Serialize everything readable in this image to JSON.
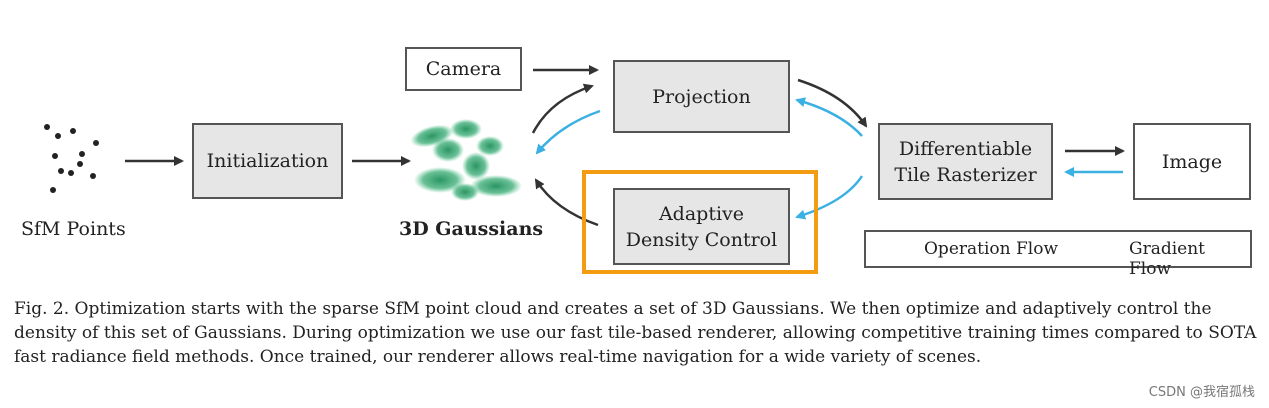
{
  "nodes": {
    "camera": "Camera",
    "initialization": "Initialization",
    "projection": "Projection",
    "adaptive_line1": "Adaptive",
    "adaptive_line2": "Density Control",
    "rasterizer_line1": "Differentiable",
    "rasterizer_line2": "Tile Rasterizer",
    "image": "Image"
  },
  "labels": {
    "sfm_points": "SfM Points",
    "gaussians": "3D Gaussians"
  },
  "legend": {
    "operation": "Operation Flow",
    "gradient": "Gradient Flow"
  },
  "colors": {
    "operation_arrow": "#333333",
    "gradient_arrow": "#3ab0e3",
    "highlight": "#f39c12",
    "box_fill": "#e6e6e6",
    "gaussian_green": "#1f8f5a"
  },
  "caption": "Fig. 2.  Optimization starts with the sparse SfM point cloud and creates a set of 3D Gaussians. We then optimize and adaptively control the density of this set of Gaussians. During optimization we use our fast tile-based renderer, allowing competitive training times compared to SOTA fast radiance field methods. Once trained, our renderer allows real-time navigation for a wide variety of scenes.",
  "watermark": "CSDN @我宿孤栈"
}
